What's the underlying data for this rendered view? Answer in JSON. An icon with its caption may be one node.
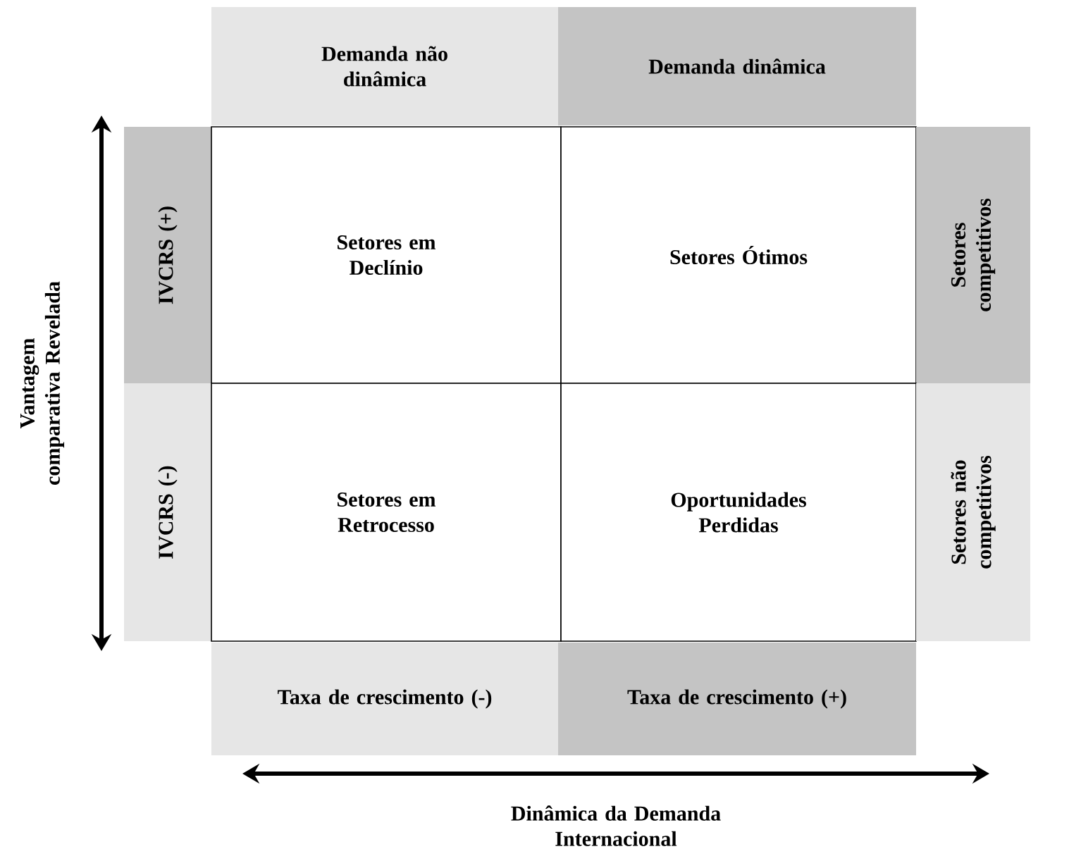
{
  "diagram": {
    "nodes": [
      {
        "text": [
          "Demanda não dinâmica"
        ]
      },
      {
        "text": [
          "Demanda dinâmica"
        ]
      },
      {
        "text": [
          "IVCRS (+)"
        ]
      },
      {
        "text": [
          "Setores em Declínio"
        ]
      },
      {
        "text": [
          "Setores Ótimos"
        ]
      },
      {
        "text": [
          "Setores competitivos"
        ]
      },
      {
        "text": [
          "IVCRS (-)"
        ]
      },
      {
        "text": [
          "Setores em Retrocesso"
        ]
      },
      {
        "text": [
          "Oportunidades Perdidas"
        ]
      },
      {
        "text": [
          "Setores não competitivos"
        ]
      },
      {
        "text": [
          "Taxa de crescimento (-)"
        ]
      },
      {
        "text": [
          "Taxa de crescimento (+)"
        ]
      }
    ],
    "edges": [],
    "labels": [
      "Vantagem comparativa Revelada",
      "Dinâmica da Demanda Internacional"
    ]
  }
}
